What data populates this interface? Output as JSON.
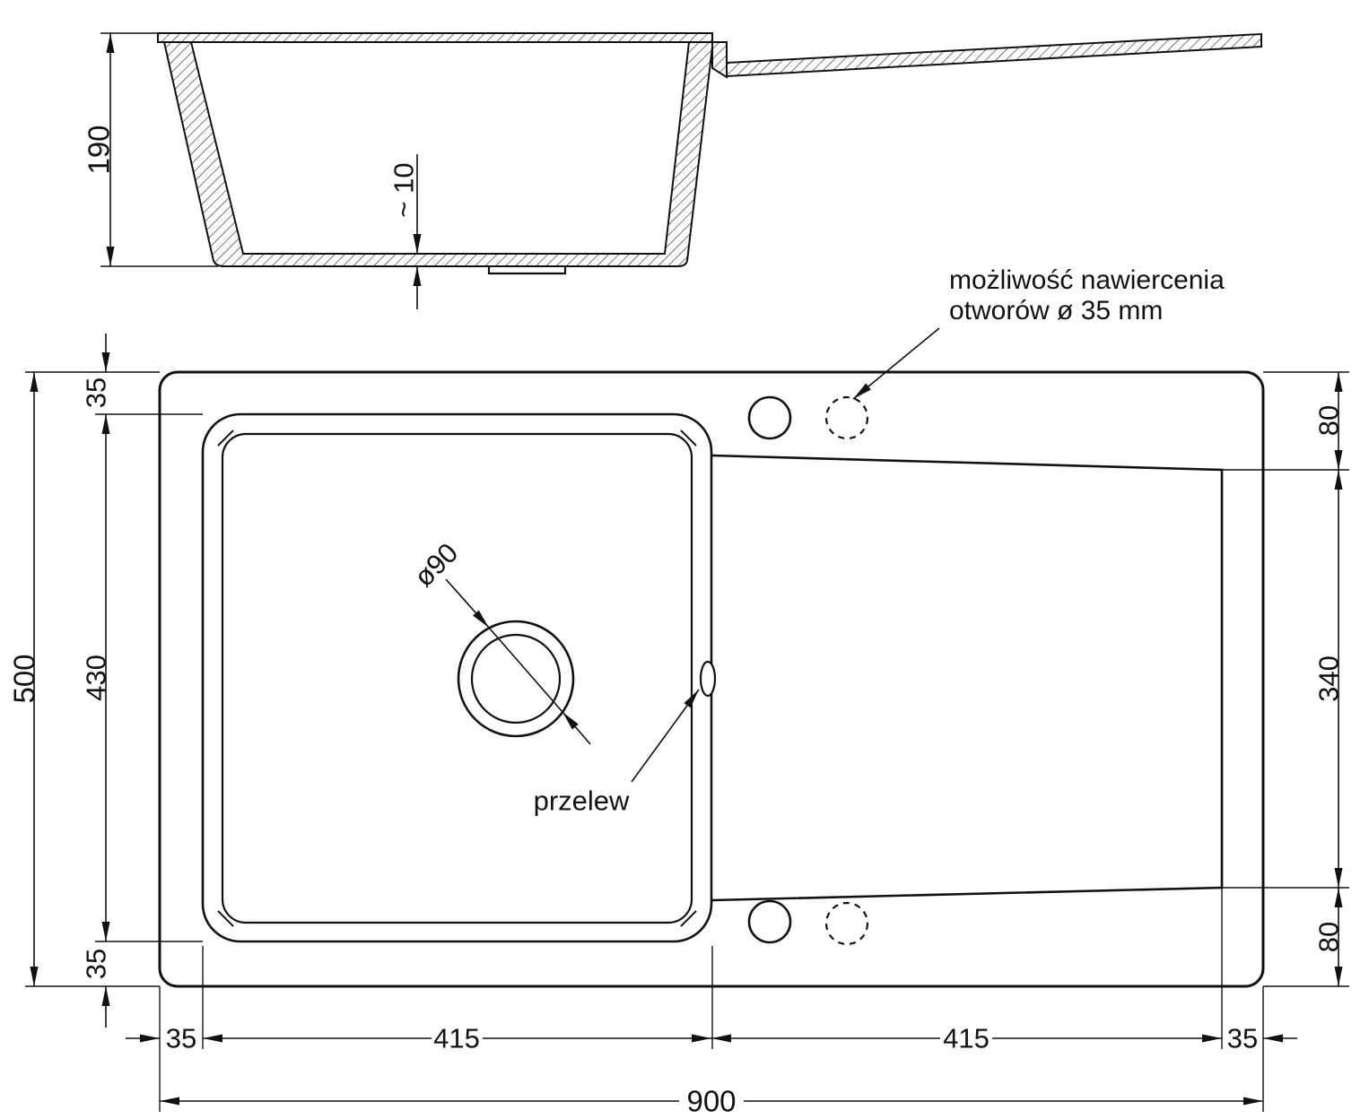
{
  "section_view": {
    "depth": "190",
    "bottom_thickness": "~ 10"
  },
  "plan_view": {
    "drain_diameter_label": "ø90",
    "overflow_label": "przelew",
    "drill_note_line1": "możliwość nawiercenia",
    "drill_note_line2": "otworów ø 35 mm"
  },
  "dims": {
    "total_height": "500",
    "top_margin": "35",
    "bowl_height": "430",
    "bottom_margin": "35",
    "drainer_top_offset": "80",
    "drainer_height": "340",
    "drainer_bottom_offset": "80",
    "left_margin": "35",
    "bowl_width": "415",
    "drainer_width": "415",
    "right_margin": "35",
    "total_width": "900"
  },
  "colors": {
    "line": "#111111",
    "background": "#ffffff"
  }
}
